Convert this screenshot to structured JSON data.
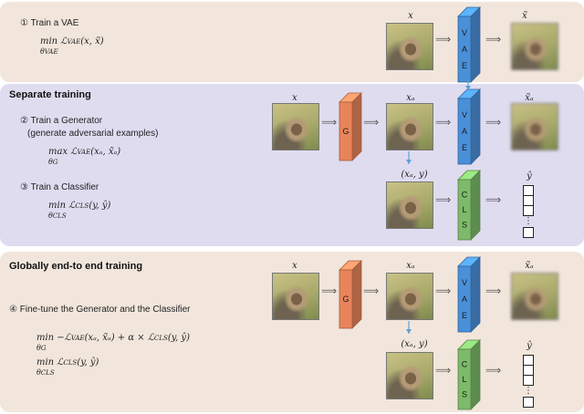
{
  "colors": {
    "panel_top": "#f2e6dc",
    "panel_mid": "#e0dcf0",
    "panel_bottom": "#f2e6dc",
    "vae": "#4a90d9",
    "generator": "#e8845a",
    "classifier": "#7dba6a",
    "flow_arrow": "#5aa0d8"
  },
  "step1": {
    "label": "① Train a VAE",
    "objective": "min ℒ",
    "objective_sub": "VAE",
    "objective_args": "(x, x̃)",
    "under": "θ",
    "under_sub": "VAE"
  },
  "separate": {
    "heading": "Separate training",
    "step2": {
      "label": "② Train a Generator",
      "note": "(generate adversarial examples)",
      "objective": "max ℒ",
      "objective_sub": "VAE",
      "objective_args": "(xₐ, x̃ₐ)",
      "under": "θ",
      "under_sub": "G"
    },
    "step3": {
      "label": "③ Train a Classifier",
      "objective": "min ℒ",
      "objective_sub": "CLS",
      "objective_args": "(y, ŷ)",
      "under": "θ",
      "under_sub": "CLS"
    }
  },
  "global": {
    "heading": "Globally end-to end training",
    "step4": {
      "label": "④ Fine-tune the Generator and the Classifier",
      "objective1": "min −ℒ",
      "objective1_sub": "VAE",
      "objective1_args": "(xₐ, x̃ₐ) + α × ℒ",
      "objective1_sub2": "CLS",
      "objective1_args2": "(y, ŷ)",
      "under1": "θ",
      "under1_sub": "G",
      "objective2": "min ℒ",
      "objective2_sub": "CLS",
      "objective2_args": "(y, ŷ)",
      "under2": "θ",
      "under2_sub": "CLS"
    }
  },
  "blocks": {
    "vae": "V A E",
    "generator": "G",
    "classifier": "C L S"
  },
  "labels": {
    "x": "x",
    "x_recon": "x̃",
    "x_adv": "xₐ",
    "x_adv_recon": "x̃ₐ",
    "pair": "(xₐ, y)",
    "y_hat": "ŷ",
    "vdots": "⋮"
  }
}
